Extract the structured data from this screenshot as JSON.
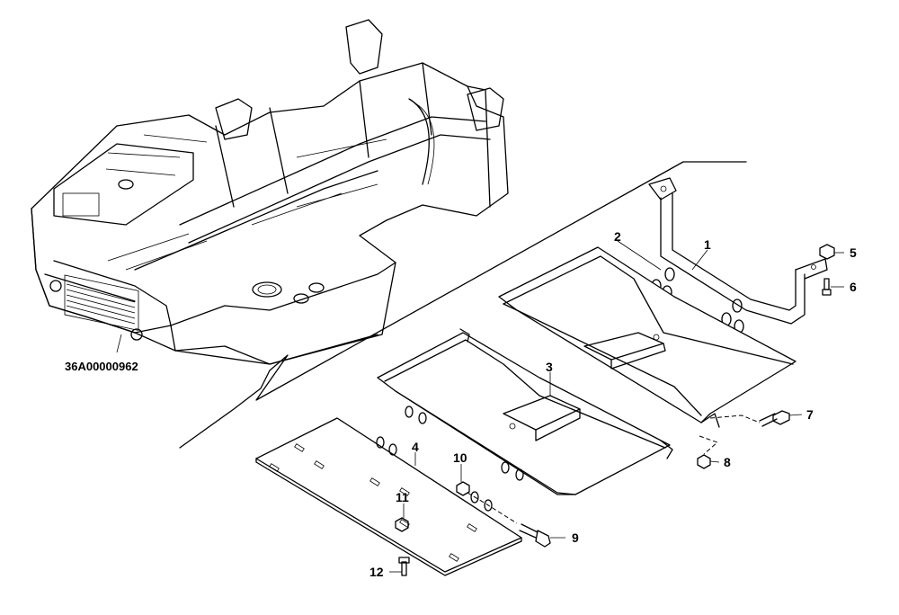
{
  "diagram": {
    "assembly_code": "36A00000962",
    "callouts": [
      {
        "id": "c1",
        "label": "1"
      },
      {
        "id": "c2",
        "label": "2"
      },
      {
        "id": "c3",
        "label": "3"
      },
      {
        "id": "c4",
        "label": "4"
      },
      {
        "id": "c5",
        "label": "5"
      },
      {
        "id": "c6",
        "label": "6"
      },
      {
        "id": "c7",
        "label": "7"
      },
      {
        "id": "c8",
        "label": "8"
      },
      {
        "id": "c9",
        "label": "9"
      },
      {
        "id": "c10",
        "label": "10"
      },
      {
        "id": "c11",
        "label": "11"
      },
      {
        "id": "c12",
        "label": "12"
      }
    ]
  }
}
